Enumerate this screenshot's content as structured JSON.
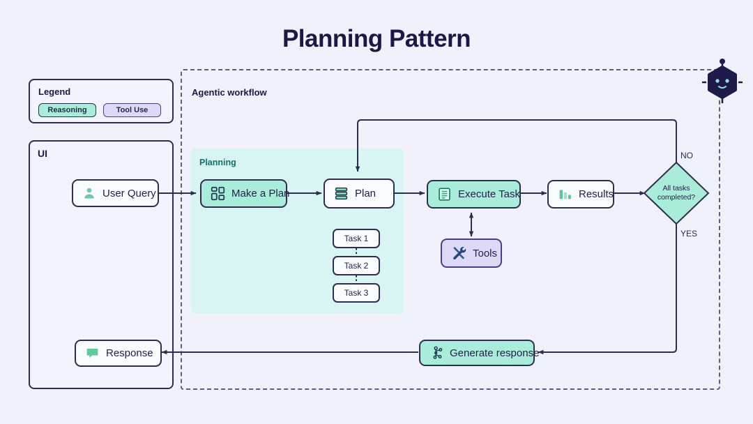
{
  "title": "Planning Pattern",
  "legend": {
    "title": "Legend",
    "items": [
      {
        "label": "Reasoning",
        "style": "green",
        "color": "#a9ecd9"
      },
      {
        "label": "Tool Use",
        "style": "purple",
        "color": "#ded9f6"
      }
    ]
  },
  "ui_panel": {
    "label": "UI"
  },
  "agentic_panel": {
    "label": "Agentic workflow"
  },
  "planning_region": {
    "label": "Planning"
  },
  "nodes": {
    "user_query": {
      "label": "User Query",
      "icon": "user-icon",
      "style": "white"
    },
    "make_a_plan": {
      "label": "Make a Plan",
      "icon": "grid-layout-icon",
      "style": "green"
    },
    "plan": {
      "label": "Plan",
      "icon": "list-stack-icon",
      "style": "white"
    },
    "execute_task": {
      "label": "Execute Task",
      "icon": "document-lines-icon",
      "style": "green"
    },
    "results": {
      "label": "Results",
      "icon": "bar-chart-icon",
      "style": "white"
    },
    "tools": {
      "label": "Tools",
      "icon": "wrench-screwdriver-icon",
      "style": "purple"
    },
    "generate_response": {
      "label": "Generate response",
      "icon": "network-nodes-icon",
      "style": "green"
    },
    "response": {
      "label": "Response",
      "icon": "speech-bubble-icon",
      "style": "white"
    }
  },
  "tasks": [
    {
      "label": "Task 1"
    },
    {
      "label": "Task 2"
    },
    {
      "label": "Task 3"
    }
  ],
  "decision": {
    "line1": "All tasks",
    "line2": "completed?",
    "yes_label": "YES",
    "no_label": "NO"
  },
  "bot_icon": {
    "name": "robot-hexagon-icon"
  },
  "colors": {
    "background": "#f0f1fb",
    "stroke": "#2c2e4f",
    "green": "#a9ecd9",
    "purple": "#ded9f6",
    "region": "#d9f5f3",
    "title": "#1c1744"
  }
}
